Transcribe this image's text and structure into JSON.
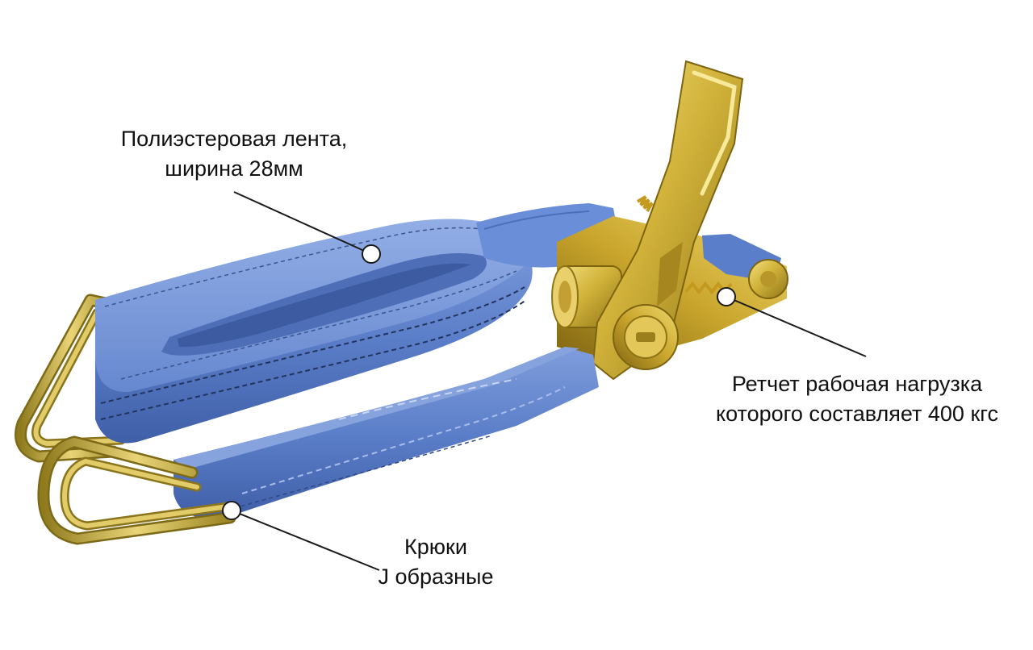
{
  "callouts": {
    "tape": {
      "line1": "Полиэстеровая лента,",
      "line2": "ширина 28мм"
    },
    "ratchet": {
      "line1": "Ретчет рабочая нагрузка",
      "line2": "которого составляет 400 кгс"
    },
    "hooks": {
      "line1": "Крюки",
      "line2": "J образные"
    }
  },
  "colors": {
    "strap": "#5c7fc9",
    "strap_shadow": "#3f5fa8",
    "strap_light": "#86a3dd",
    "metal": "#d1b23a",
    "metal_dark": "#8e7417",
    "metal_light": "#f2dd7a",
    "leader": "#1a1a1a",
    "text": "#111111"
  }
}
